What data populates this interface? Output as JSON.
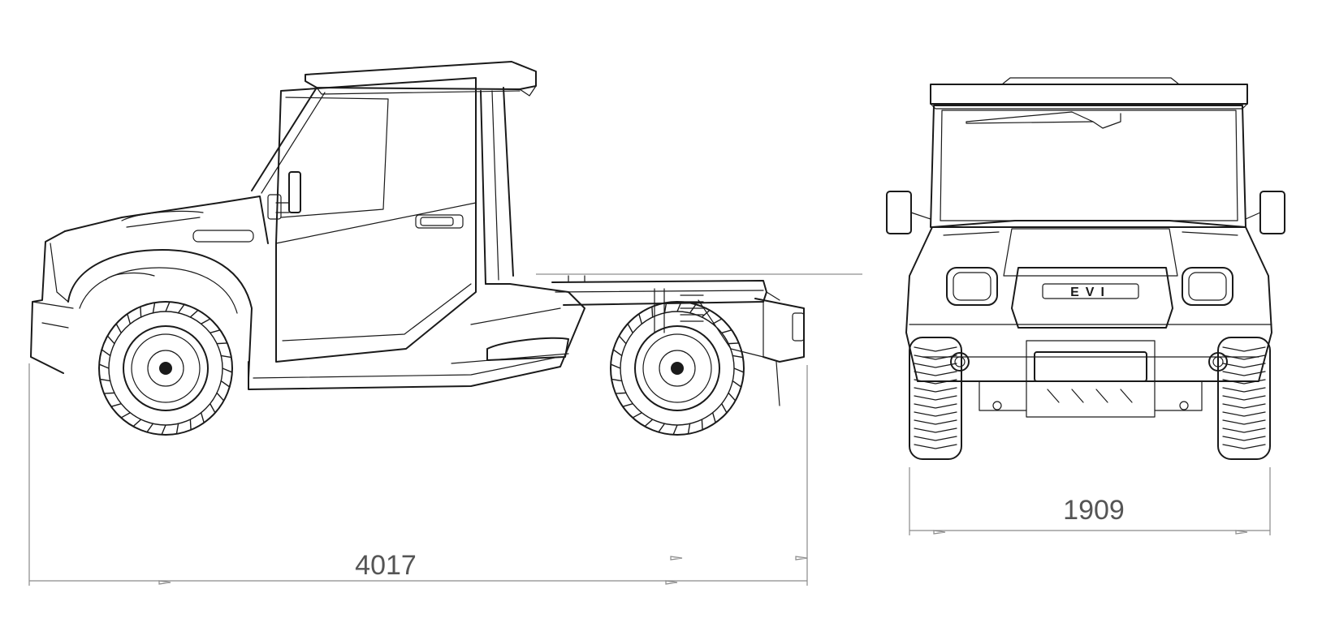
{
  "dimensions": {
    "length": "4017",
    "width": "1909"
  },
  "logo": {
    "text": "EVI"
  },
  "colors": {
    "line": "#1a1a1a",
    "dimension_line": "#8a8a8a",
    "dimension_text": "#555555",
    "background": "#ffffff"
  }
}
